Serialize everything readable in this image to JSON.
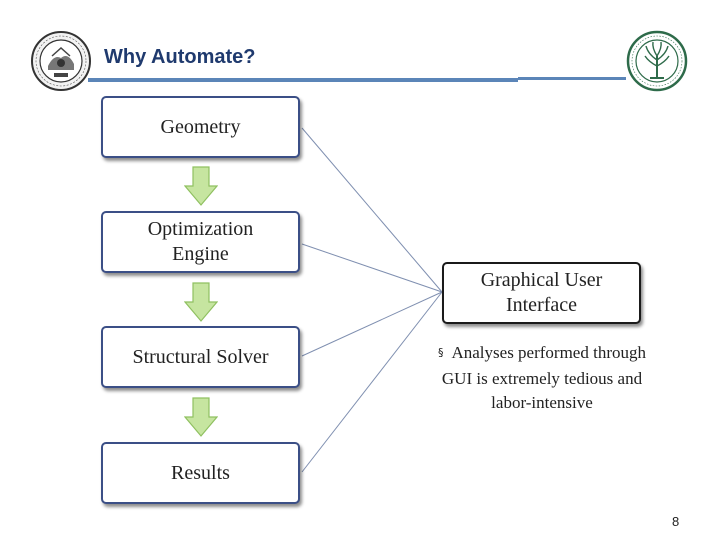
{
  "header": {
    "title": "Why Automate?"
  },
  "flow": {
    "boxes": [
      {
        "label": "Geometry"
      },
      {
        "label": "Optimization\nEngine"
      },
      {
        "label": "Structural Solver"
      },
      {
        "label": "Results"
      }
    ]
  },
  "gui_box": {
    "label": "Graphical User\nInterface"
  },
  "note": {
    "marker": "§",
    "text": "Analyses performed through GUI is extremely tedious and labor-intensive"
  },
  "footer": {
    "page_number": "8"
  },
  "colors": {
    "title": "#1f3a6e",
    "rule": "#5b85b8",
    "box_border": "#3b4f86",
    "arrow_fill": "#c6e5a0",
    "arrow_stroke": "#8fc060"
  }
}
